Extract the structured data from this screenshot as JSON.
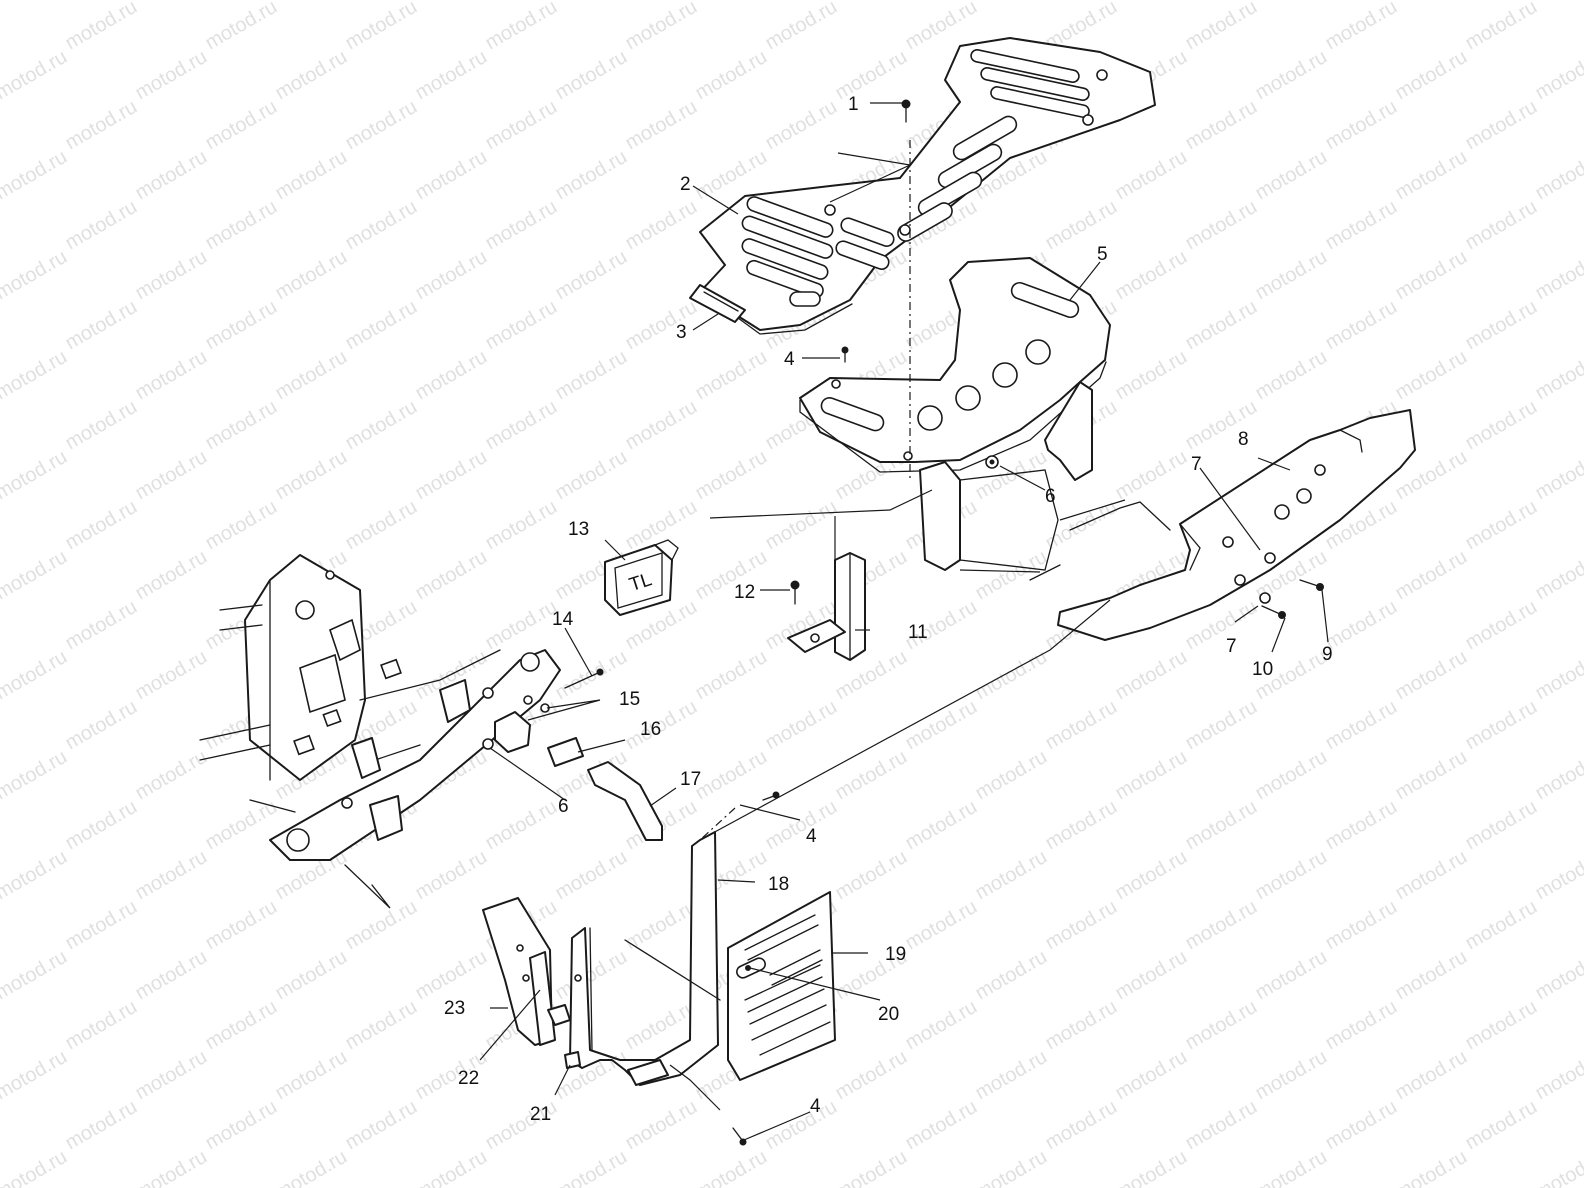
{
  "watermark": "motod.ru",
  "colors": {
    "line": "#1a1a1a",
    "background": "#ffffff",
    "watermark": "#c8c8c8"
  },
  "callouts": [
    {
      "id": "c1",
      "text": "1"
    },
    {
      "id": "c2",
      "text": "2"
    },
    {
      "id": "c3",
      "text": "3"
    },
    {
      "id": "c4a",
      "text": "4"
    },
    {
      "id": "c5",
      "text": "5"
    },
    {
      "id": "c6a",
      "text": "6"
    },
    {
      "id": "c7a",
      "text": "7"
    },
    {
      "id": "c8",
      "text": "8"
    },
    {
      "id": "c7b",
      "text": "7"
    },
    {
      "id": "c9",
      "text": "9"
    },
    {
      "id": "c10",
      "text": "10"
    },
    {
      "id": "c11",
      "text": "11"
    },
    {
      "id": "c12",
      "text": "12"
    },
    {
      "id": "c13",
      "text": "13"
    },
    {
      "id": "c14",
      "text": "14"
    },
    {
      "id": "c15",
      "text": "15"
    },
    {
      "id": "c16",
      "text": "16"
    },
    {
      "id": "c6b",
      "text": "6"
    },
    {
      "id": "c17",
      "text": "17"
    },
    {
      "id": "c4b",
      "text": "4"
    },
    {
      "id": "c18",
      "text": "18"
    },
    {
      "id": "c19",
      "text": "19"
    },
    {
      "id": "c20",
      "text": "20"
    },
    {
      "id": "c23",
      "text": "23"
    },
    {
      "id": "c22",
      "text": "22"
    },
    {
      "id": "c21",
      "text": "21"
    },
    {
      "id": "c4c",
      "text": "4"
    }
  ]
}
